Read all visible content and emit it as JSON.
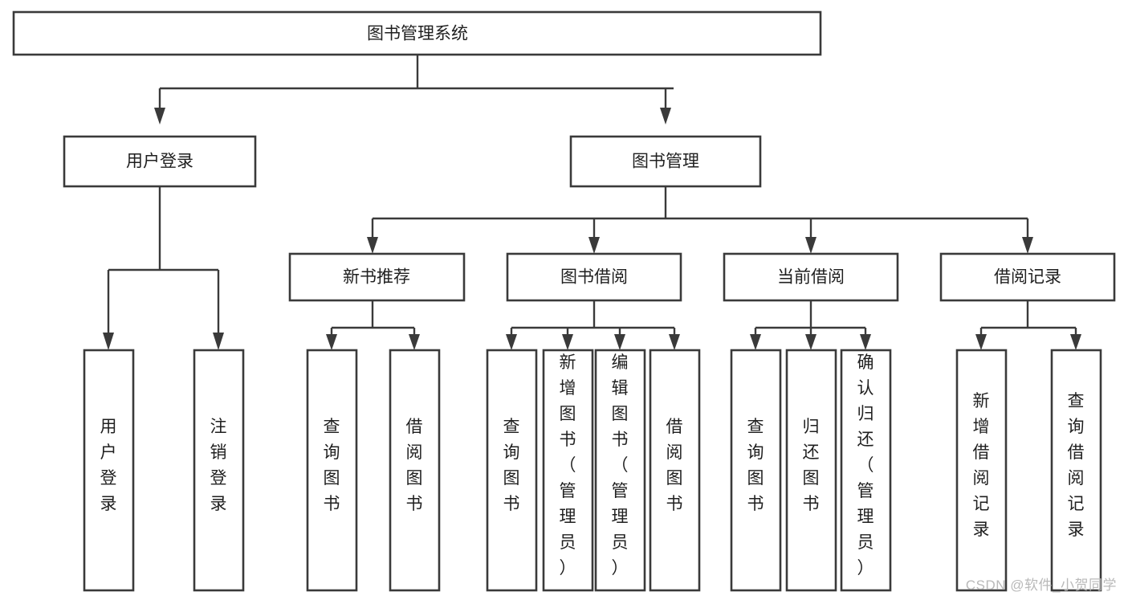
{
  "diagram": {
    "type": "tree",
    "title": "图书管理系统",
    "watermark": "CSDN @软件_小贺同学",
    "colors": {
      "stroke": "#3a3a3a",
      "fill": "#ffffff",
      "text": "#1f1f1f",
      "watermark": "#b9b9b9"
    },
    "levels": {
      "root": {
        "label": "图书管理系统"
      },
      "level2": [
        {
          "label": "用户登录"
        },
        {
          "label": "图书管理"
        }
      ],
      "level3": [
        {
          "label": "新书推荐"
        },
        {
          "label": "图书借阅"
        },
        {
          "label": "当前借阅"
        },
        {
          "label": "借阅记录"
        }
      ],
      "leaves": {
        "user_login": [
          {
            "label": "用户登录"
          },
          {
            "label": "注销登录"
          }
        ],
        "new_book": [
          {
            "label": "查询图书"
          },
          {
            "label": "借阅图书"
          }
        ],
        "book_borrow": [
          {
            "label": "查询图书"
          },
          {
            "label": "新增图书（管理员）"
          },
          {
            "label": "编辑图书（管理员）"
          },
          {
            "label": "借阅图书"
          }
        ],
        "current_borrow": [
          {
            "label": "查询图书"
          },
          {
            "label": "归还图书"
          },
          {
            "label": "确认归还（管理员）"
          }
        ],
        "borrow_record": [
          {
            "label": "新增借阅记录"
          },
          {
            "label": "查询借阅记录"
          }
        ]
      }
    }
  }
}
